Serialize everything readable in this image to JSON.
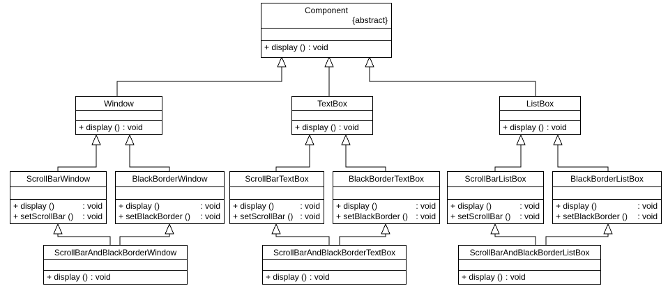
{
  "diagram": {
    "title": "Decorator pattern UML class diagram",
    "type": "uml-class-diagram",
    "relationship": "generalization",
    "background_color": "#ffffff",
    "line_color": "#000000",
    "text_color": "#000000"
  },
  "classes": {
    "component": {
      "name": "Component",
      "stereotype": "{abstract}",
      "operations": [
        {
          "signature": "+ display () ",
          "return": ": void"
        }
      ]
    },
    "window": {
      "name": "Window",
      "operations": [
        {
          "signature": "+ display () ",
          "return": ": void"
        }
      ]
    },
    "textbox": {
      "name": "TextBox",
      "operations": [
        {
          "signature": "+ display () ",
          "return": ": void"
        }
      ]
    },
    "listbox": {
      "name": "ListBox",
      "operations": [
        {
          "signature": "+ display () ",
          "return": ": void"
        }
      ]
    },
    "scrollbarwindow": {
      "name": "ScrollBarWindow",
      "operations": [
        {
          "signature": "+ display ()",
          "return": ": void"
        },
        {
          "signature": "+ setScrollBar ()",
          "return": ": void"
        }
      ]
    },
    "blackborderwindow": {
      "name": "BlackBorderWindow",
      "operations": [
        {
          "signature": "+ display ()",
          "return": ": void"
        },
        {
          "signature": "+ setBlackBorder ()",
          "return": ": void"
        }
      ]
    },
    "scrollbartextbox": {
      "name": "ScrollBarTextBox",
      "operations": [
        {
          "signature": "+ display ()",
          "return": ": void"
        },
        {
          "signature": "+ setScrollBar ()",
          "return": ": void"
        }
      ]
    },
    "blackbordertextbox": {
      "name": "BlackBorderTextBox",
      "operations": [
        {
          "signature": "+ display ()",
          "return": ": void"
        },
        {
          "signature": "+ setBlackBorder ()",
          "return": ": void"
        }
      ]
    },
    "scrollbarlistbox": {
      "name": "ScrollBarListBox",
      "operations": [
        {
          "signature": "+ display ()",
          "return": ": void"
        },
        {
          "signature": "+ setScrollBar ()",
          "return": ": void"
        }
      ]
    },
    "blackborderlistbox": {
      "name": "BlackBorderListBox",
      "operations": [
        {
          "signature": "+ display ()",
          "return": ": void"
        },
        {
          "signature": "+ setBlackBorder ()",
          "return": ": void"
        }
      ]
    },
    "scrollbarandblackborderwindow": {
      "name": "ScrollBarAndBlackBorderWindow",
      "operations": [
        {
          "signature": "+ display () ",
          "return": ": void"
        }
      ]
    },
    "scrollbarandblackbordertextbox": {
      "name": "ScrollBarAndBlackBorderTextBox",
      "operations": [
        {
          "signature": "+ display () ",
          "return": ": void"
        }
      ]
    },
    "scrollbarandblackborderlistbox": {
      "name": "ScrollBarAndBlackBorderListBox",
      "operations": [
        {
          "signature": "+ display () ",
          "return": ": void"
        }
      ]
    }
  }
}
